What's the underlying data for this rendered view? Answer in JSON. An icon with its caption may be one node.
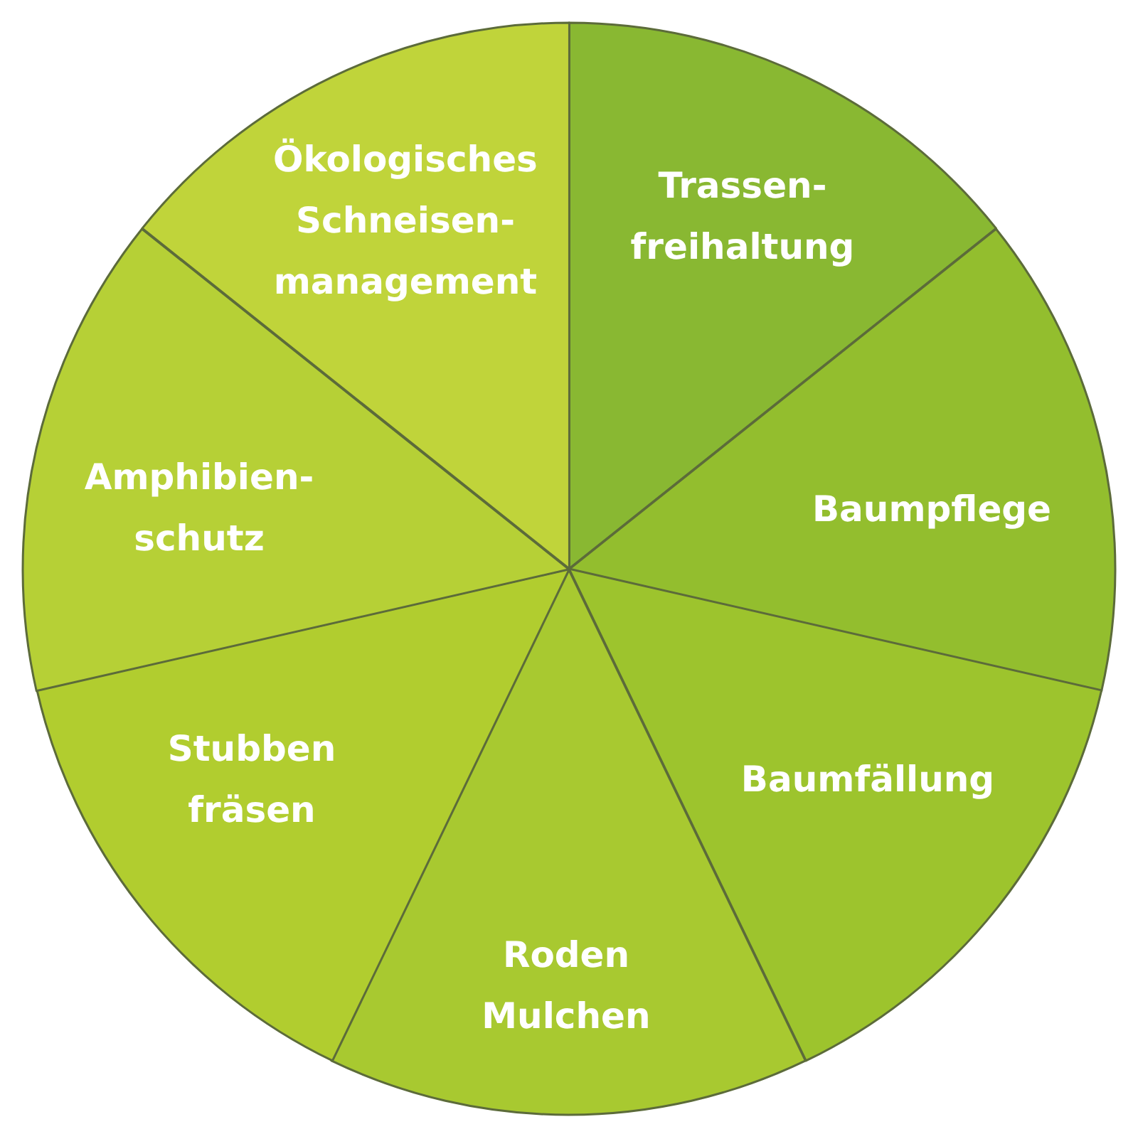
{
  "diagram": {
    "nodes": [
      {
        "text": [
          "Trassen- freihaltung"
        ]
      },
      {
        "text": [
          "Baumpflege"
        ]
      },
      {
        "text": [
          "Baumfällung"
        ]
      },
      {
        "text": [
          "Roden Mulchen"
        ]
      },
      {
        "text": [
          "Stubben fräsen"
        ]
      },
      {
        "text": [
          "Amphibien- schutz"
        ]
      },
      {
        "text": [
          "Ökologisches Schneisen- management"
        ]
      }
    ]
  }
}
